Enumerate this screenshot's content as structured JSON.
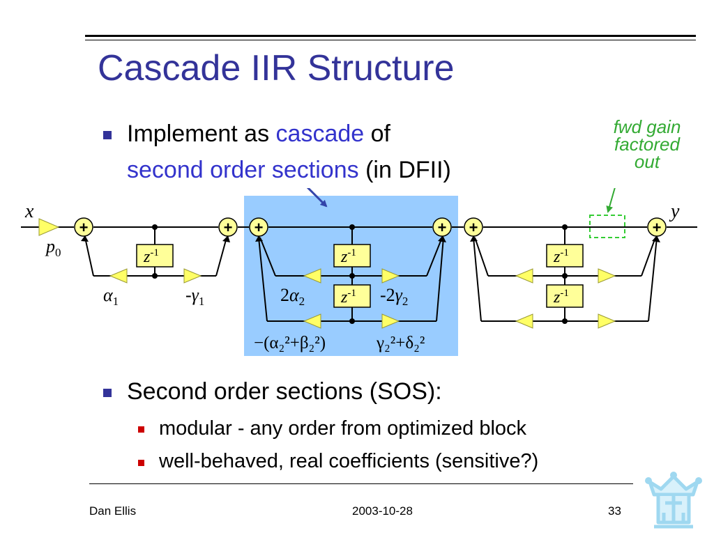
{
  "slide": {
    "title": "Cascade IIR Structure",
    "bullet1": {
      "line1_a": "Implement as ",
      "line1_b": "cascade",
      "line1_c": " of",
      "line2_a": "second order sections",
      "line2_b": " (in DFII)"
    },
    "annotation": [
      "fwd gain",
      "factored",
      "out"
    ],
    "bullet2": "Second order sections (SOS):",
    "sub_bullets": [
      "modular - any order from optimized block",
      "well-behaved, real coefficients (sensitive?)"
    ]
  },
  "diagram": {
    "input_label": "x",
    "output_label": "y",
    "gain_label": "p",
    "gain_sub": "0",
    "delay_label": "z",
    "delay_sup": "-1",
    "adder_symbol": "+",
    "section1": {
      "coef_a": {
        "sym": "α",
        "sub": "1"
      },
      "coef_b": {
        "pre": "-",
        "sym": "γ",
        "sub": "1"
      }
    },
    "section2": {
      "coef_a": {
        "pre": "2",
        "sym": "α",
        "sub": "2"
      },
      "coef_b": {
        "pre": "-2",
        "sym": "γ",
        "sub": "2"
      },
      "coef_c": "−(α₂²+β₂²)",
      "coef_d": "γ₂²+δ₂²"
    },
    "colors": {
      "highlight_bg": "#99ccff",
      "adder_fill": "#ffff99",
      "delay_fill": "#ffff99",
      "triangle_fill": "#ffff66",
      "annotation": "#33aa33",
      "arrow": "#3344aa"
    }
  },
  "footer": {
    "author": "Dan Ellis",
    "date": "2003-10-28",
    "page": "33"
  }
}
